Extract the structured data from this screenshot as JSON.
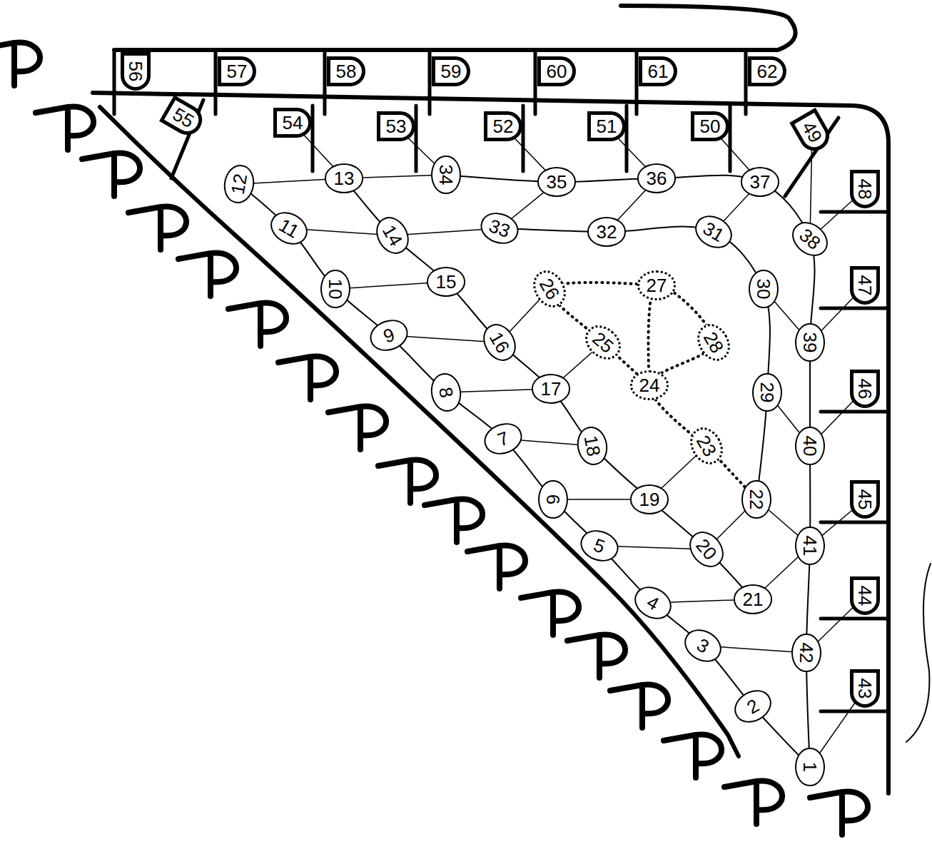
{
  "diagram": {
    "nodes": [
      {
        "text": [
          "1"
        ]
      },
      {
        "text": [
          "2"
        ]
      },
      {
        "text": [
          "3"
        ]
      },
      {
        "text": [
          "4"
        ]
      },
      {
        "text": [
          "5"
        ]
      },
      {
        "text": [
          "6"
        ]
      },
      {
        "text": [
          "7"
        ]
      },
      {
        "text": [
          "8"
        ]
      },
      {
        "text": [
          "9"
        ]
      },
      {
        "text": [
          "10"
        ]
      },
      {
        "text": [
          "11"
        ]
      },
      {
        "text": [
          "12"
        ]
      },
      {
        "text": [
          "13"
        ]
      },
      {
        "text": [
          "14"
        ]
      },
      {
        "text": [
          "15"
        ]
      },
      {
        "text": [
          "16"
        ]
      },
      {
        "text": [
          "17"
        ]
      },
      {
        "text": [
          "18"
        ]
      },
      {
        "text": [
          "19"
        ]
      },
      {
        "text": [
          "20"
        ]
      },
      {
        "text": [
          "21"
        ]
      },
      {
        "text": [
          "22"
        ]
      },
      {
        "text": [
          "23"
        ]
      },
      {
        "text": [
          "24"
        ]
      },
      {
        "text": [
          "25"
        ]
      },
      {
        "text": [
          "26"
        ]
      },
      {
        "text": [
          "27"
        ]
      },
      {
        "text": [
          "28"
        ]
      },
      {
        "text": [
          "29"
        ]
      },
      {
        "text": [
          "30"
        ]
      },
      {
        "text": [
          "31"
        ]
      },
      {
        "text": [
          "32"
        ]
      },
      {
        "text": [
          "33"
        ]
      },
      {
        "text": [
          "34"
        ]
      },
      {
        "text": [
          "35"
        ]
      },
      {
        "text": [
          "36"
        ]
      },
      {
        "text": [
          "37"
        ]
      },
      {
        "text": [
          "38"
        ]
      },
      {
        "text": [
          "39"
        ]
      },
      {
        "text": [
          "40"
        ]
      },
      {
        "text": [
          "41"
        ]
      },
      {
        "text": [
          "42"
        ]
      },
      {
        "text": [
          "43"
        ]
      },
      {
        "text": [
          "44"
        ]
      },
      {
        "text": [
          "45"
        ]
      },
      {
        "text": [
          "46"
        ]
      },
      {
        "text": [
          "47"
        ]
      },
      {
        "text": [
          "48"
        ]
      },
      {
        "text": [
          "49"
        ]
      },
      {
        "text": [
          "50"
        ]
      },
      {
        "text": [
          "51"
        ]
      },
      {
        "text": [
          "52"
        ]
      },
      {
        "text": [
          "53"
        ]
      },
      {
        "text": [
          "54"
        ]
      },
      {
        "text": [
          "55"
        ]
      },
      {
        "text": [
          "56"
        ]
      },
      {
        "text": [
          "57"
        ]
      },
      {
        "text": [
          "58"
        ]
      },
      {
        "text": [
          "59"
        ]
      },
      {
        "text": [
          "60"
        ]
      },
      {
        "text": [
          "61"
        ]
      },
      {
        "text": [
          "62"
        ]
      }
    ]
  }
}
